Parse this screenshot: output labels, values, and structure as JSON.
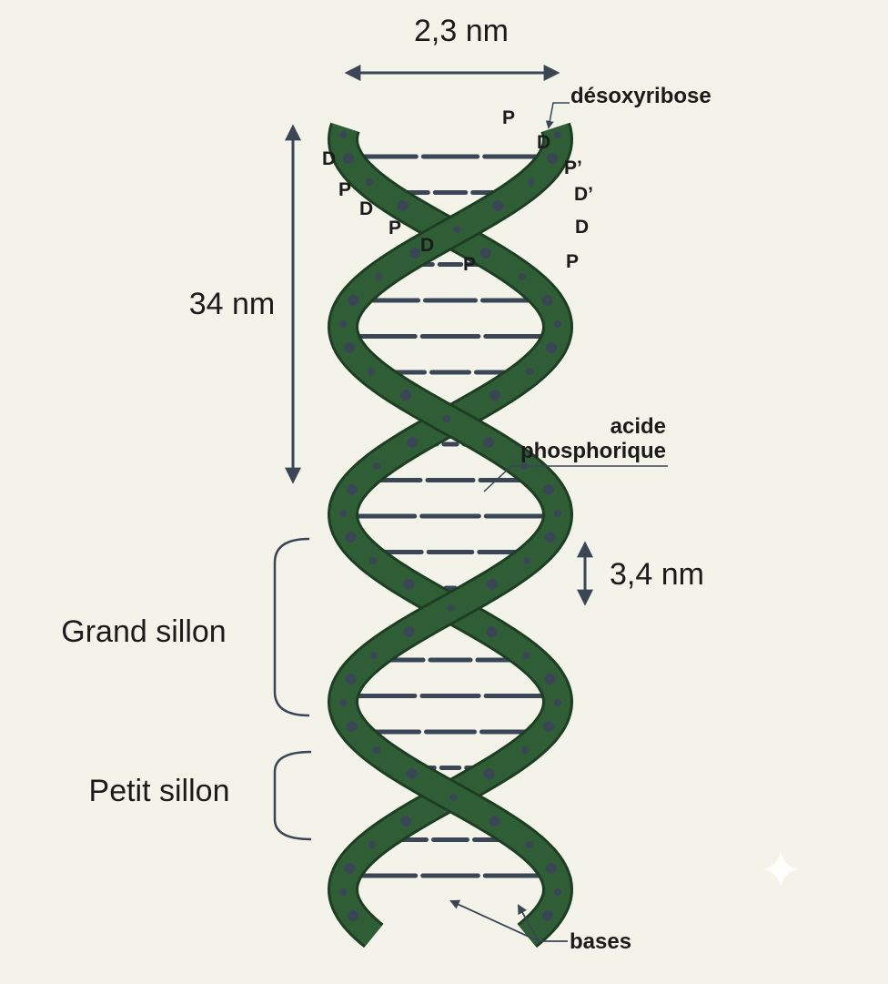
{
  "diagram": {
    "width_label": "2,3 nm",
    "height_label": "34 nm",
    "base_spacing_label": "3,4 nm",
    "major_groove_label": "Grand sillon",
    "minor_groove_label": "Petit sillon",
    "sugar_label": "désoxyribose",
    "phosphate_label_line1": "acide",
    "phosphate_label_line2": "phosphorique",
    "bases_label": "bases",
    "letters": {
      "p": "P",
      "d": "D",
      "p_prime": "P’",
      "d_prime": "D’"
    }
  },
  "colors": {
    "background": "#f4f3ea",
    "strand": "#2f5e36",
    "strand_edge": "#1d3e23",
    "dots": "#3a4556",
    "bases": "#3a4556",
    "arrows": "#3a4556",
    "text": "#1b1b1b"
  }
}
